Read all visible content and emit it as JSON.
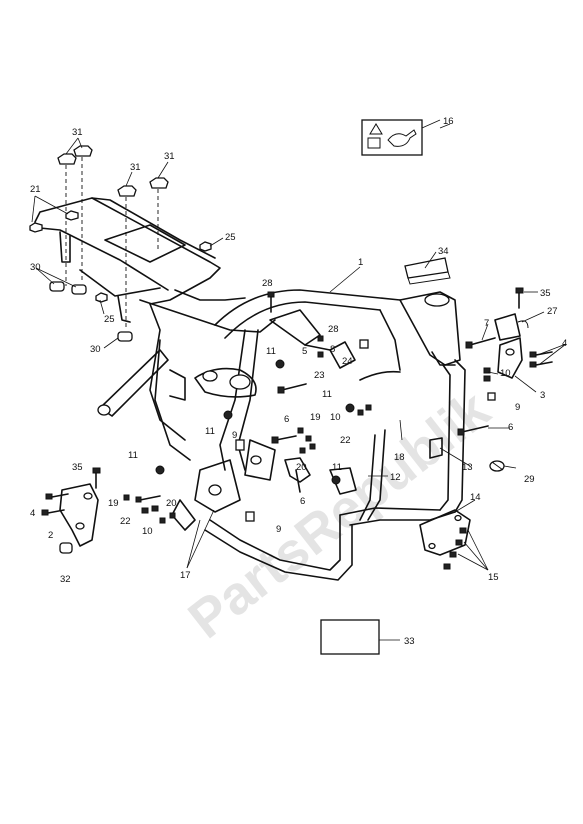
{
  "watermark": "PartsRepublik",
  "callouts": {
    "c1": "1",
    "c2": "2",
    "c3": "3",
    "c4a": "4",
    "c4b": "4",
    "c5": "5",
    "c6a": "6",
    "c6b": "6",
    "c6c": "6",
    "c7": "7",
    "c8": "8",
    "c9a": "9",
    "c9b": "9",
    "c9c": "9",
    "c10a": "10",
    "c10b": "10",
    "c10c": "10",
    "c11a": "11",
    "c11b": "11",
    "c11c": "11",
    "c11d": "11",
    "c11e": "11",
    "c12": "12",
    "c13": "13",
    "c14": "14",
    "c15": "15",
    "c16": "16",
    "c17": "17",
    "c18": "18",
    "c19a": "19",
    "c19b": "19",
    "c20a": "20",
    "c20b": "20",
    "c21": "21",
    "c22a": "22",
    "c22b": "22",
    "c23": "23",
    "c24": "24",
    "c25a": "25",
    "c25b": "25",
    "c27": "27",
    "c28a": "28",
    "c28b": "28",
    "c29": "29",
    "c30a": "30",
    "c30b": "30",
    "c31a": "31",
    "c31b": "31",
    "c31c": "31",
    "c32": "32",
    "c33": "33",
    "c34": "34",
    "c35a": "35",
    "c35b": "35"
  }
}
